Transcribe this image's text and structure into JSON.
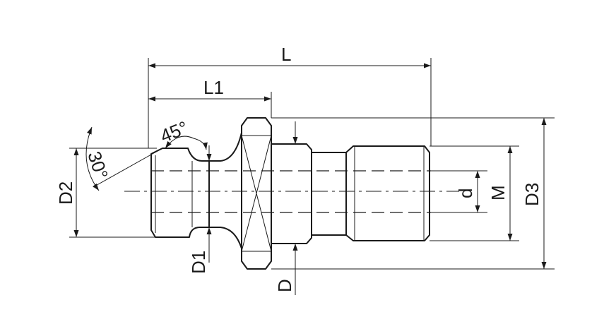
{
  "labels": {
    "L": "L",
    "L1": "L1",
    "angle45": "45°",
    "angle30": "30°",
    "D2": "D2",
    "D1": "D1",
    "D": "D",
    "d": "d",
    "M": "M",
    "D3": "D3"
  },
  "colors": {
    "line": "#1a1a1a",
    "background": "#ffffff"
  }
}
